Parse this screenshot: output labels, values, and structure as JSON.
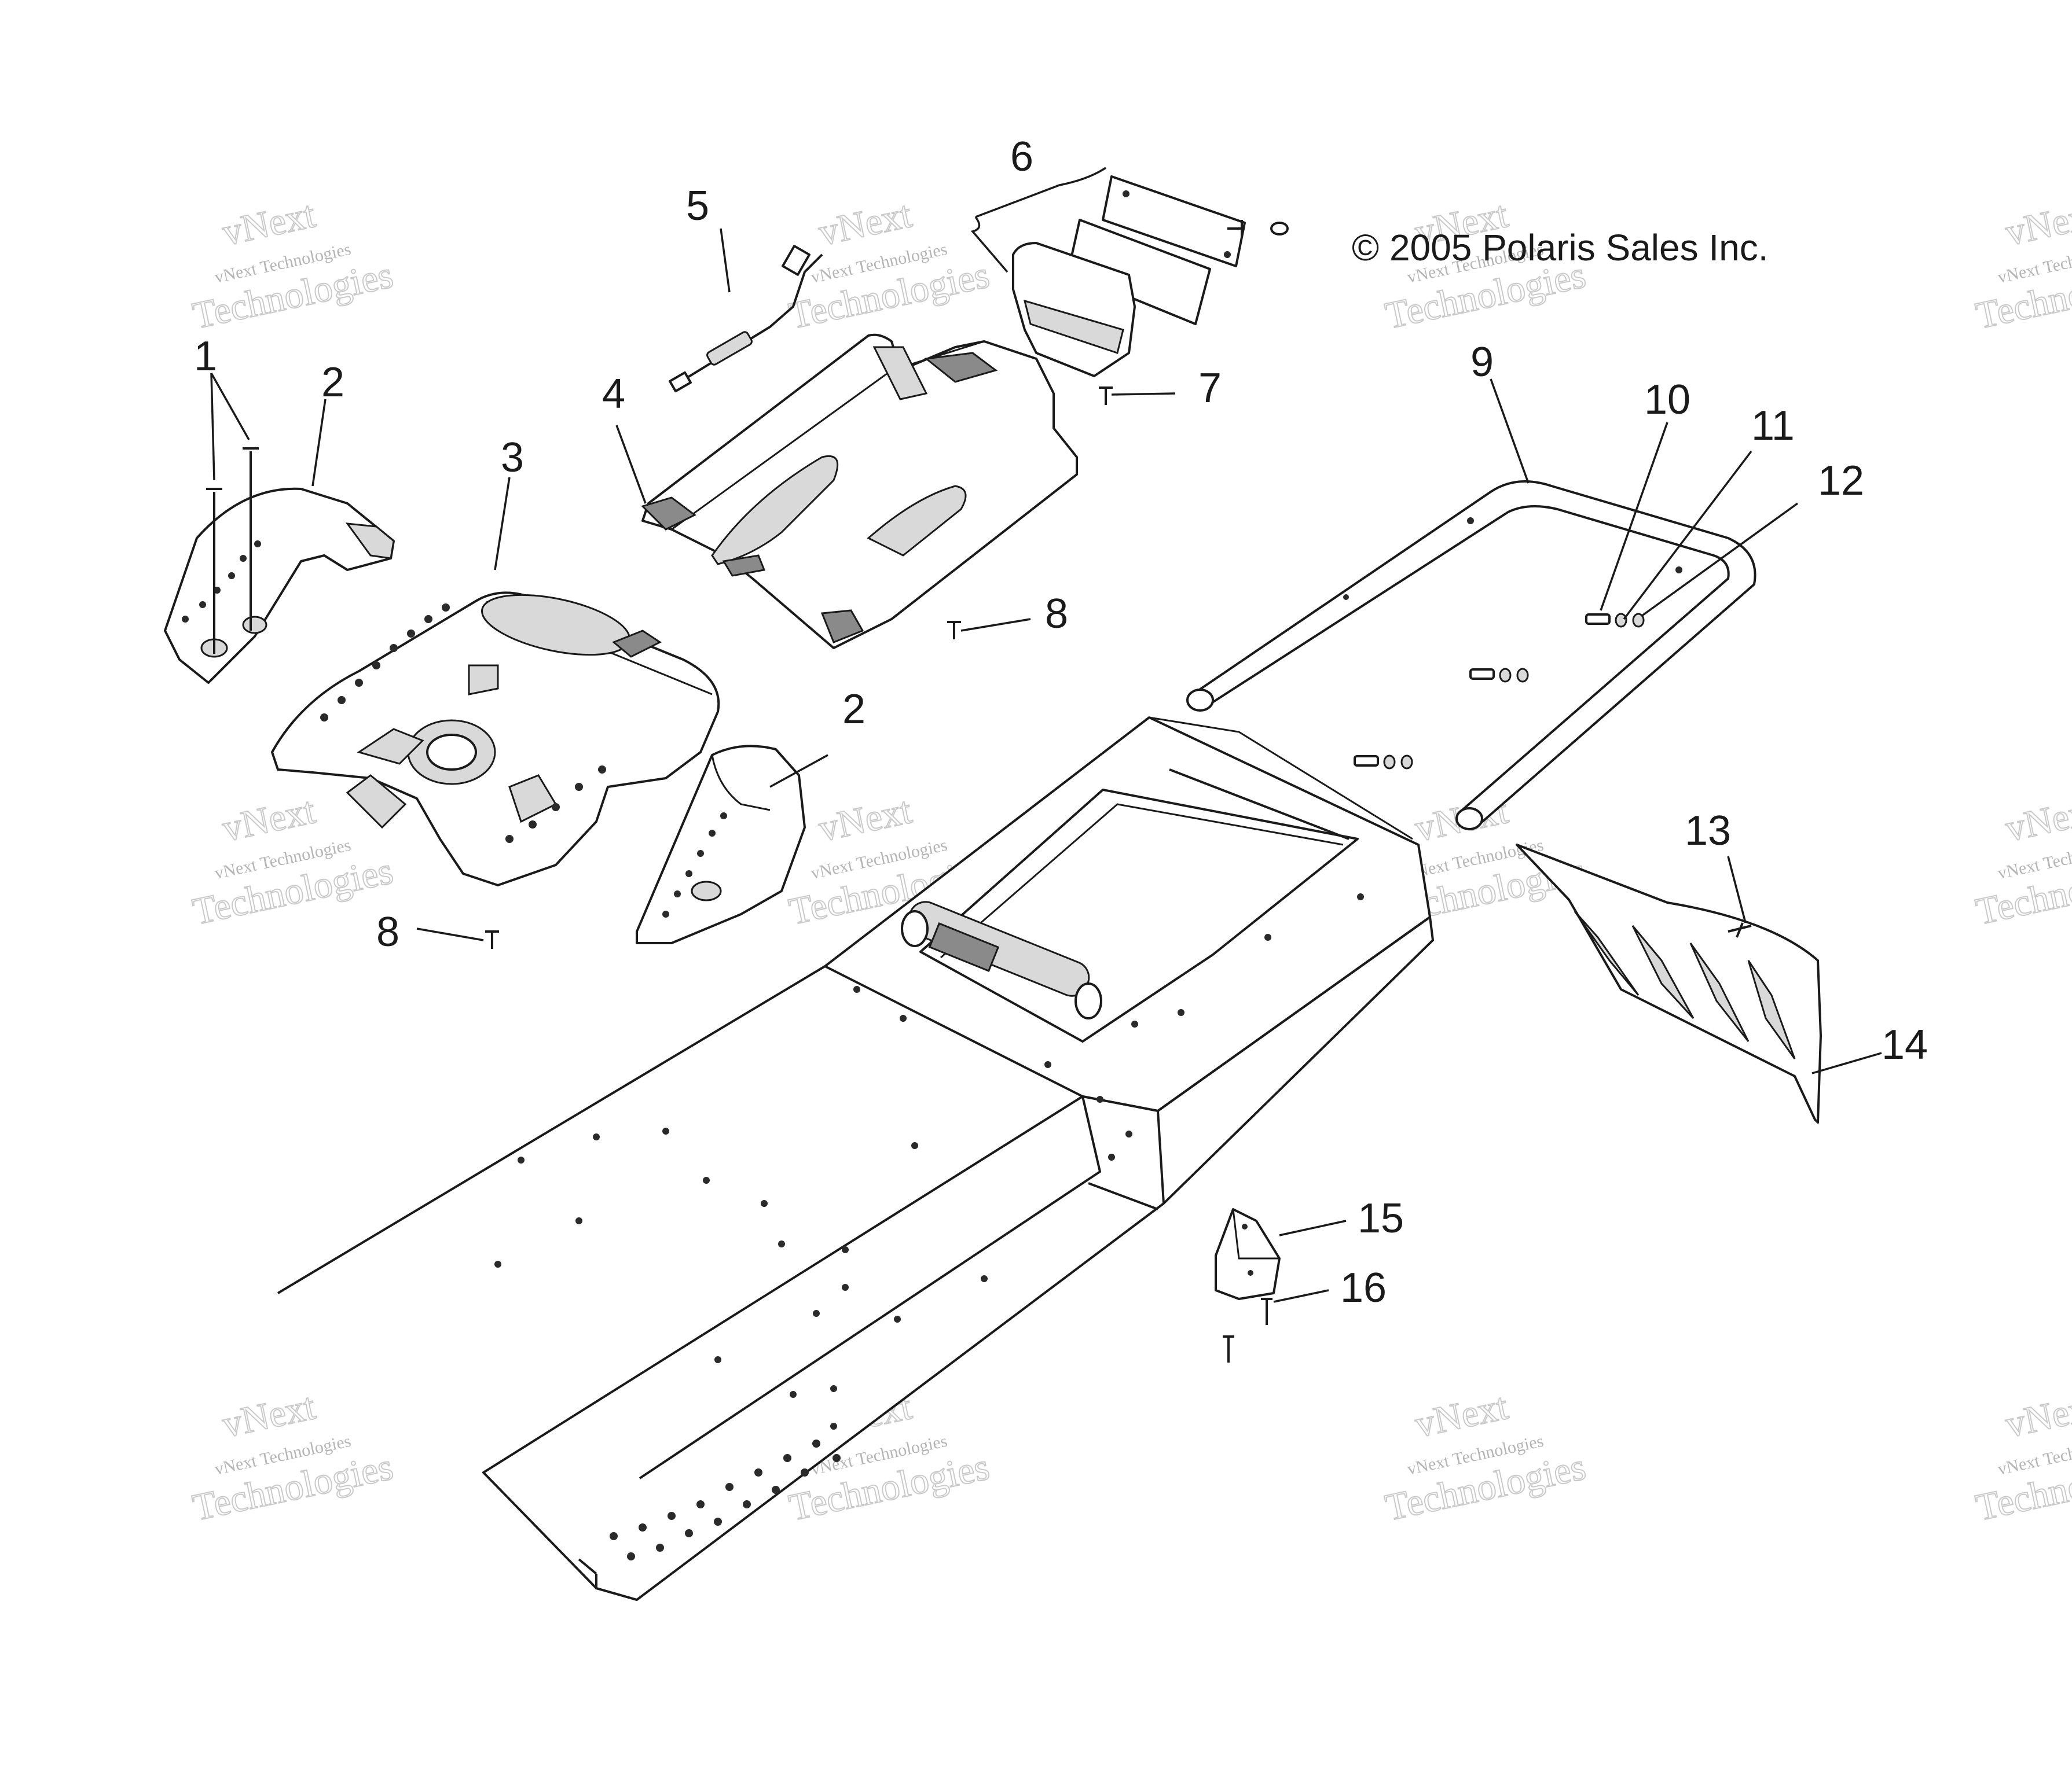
{
  "copyright": "© 2005 Polaris Sales Inc.",
  "watermark": {
    "brand_top": "vNext",
    "brand_line": "vNext Technologies",
    "brand_bottom": "Technologies"
  },
  "callouts": [
    {
      "id": "1",
      "label": "1"
    },
    {
      "id": "2a",
      "label": "2"
    },
    {
      "id": "2b",
      "label": "2"
    },
    {
      "id": "3",
      "label": "3"
    },
    {
      "id": "4",
      "label": "4"
    },
    {
      "id": "5",
      "label": "5"
    },
    {
      "id": "6",
      "label": "6"
    },
    {
      "id": "7",
      "label": "7"
    },
    {
      "id": "8a",
      "label": "8"
    },
    {
      "id": "8b",
      "label": "8"
    },
    {
      "id": "9",
      "label": "9"
    },
    {
      "id": "10",
      "label": "10"
    },
    {
      "id": "11",
      "label": "11"
    },
    {
      "id": "12",
      "label": "12"
    },
    {
      "id": "13",
      "label": "13"
    },
    {
      "id": "14",
      "label": "14"
    },
    {
      "id": "15",
      "label": "15"
    },
    {
      "id": "16",
      "label": "16"
    }
  ]
}
